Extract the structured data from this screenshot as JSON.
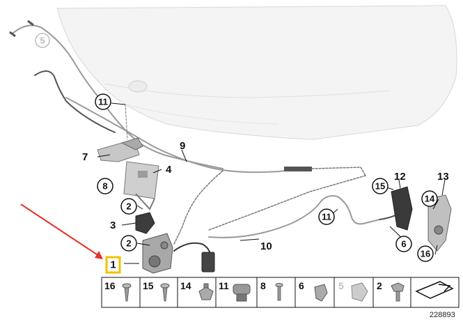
{
  "callouts": {
    "c1": "1",
    "c2a": "2",
    "c2b": "2",
    "c3": "3",
    "c4": "4",
    "c5": "5",
    "c6": "6",
    "c7": "7",
    "c8": "8",
    "c9": "9",
    "c10": "10",
    "c11a": "11",
    "c11b": "11",
    "c12": "12",
    "c13": "13",
    "c14": "14",
    "c15": "15",
    "c16": "16"
  },
  "legend": {
    "items": [
      {
        "number": "16",
        "icon": "screw-icon"
      },
      {
        "number": "15",
        "icon": "screw-icon"
      },
      {
        "number": "14",
        "icon": "nut-icon"
      },
      {
        "number": "11",
        "icon": "cable-clip-icon"
      },
      {
        "number": "8",
        "icon": "expanding-rivet-icon"
      },
      {
        "number": "6",
        "icon": "retainer-clip-icon"
      },
      {
        "number": "5",
        "icon": "holder-clip-icon"
      },
      {
        "number": "2",
        "icon": "hex-bolt-icon"
      }
    ],
    "document_number": "228893"
  },
  "colors": {
    "highlight": "#f2c200",
    "arrow": "#e53228",
    "grey_label": "#bdbdbd"
  }
}
